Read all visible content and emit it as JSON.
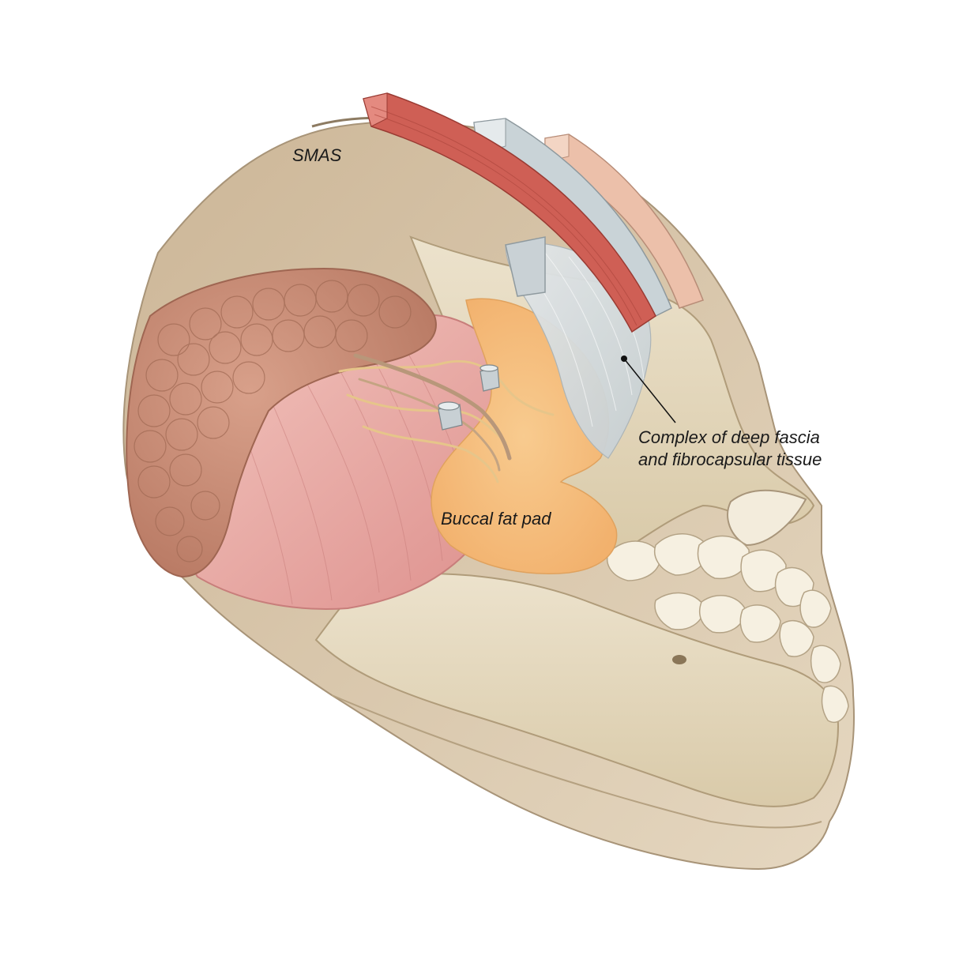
{
  "labels": {
    "smas": "SMAS",
    "complex_line1": "Complex of deep fascia",
    "complex_line2": "and fibrocapsular tissue",
    "buccal": "Buccal fat pad"
  },
  "colors": {
    "background": "#ffffff",
    "skin": "#d8c5ab",
    "bone": "#e7dcc4",
    "bone_shadow": "#cdbb9a",
    "parotid": "#c98c74",
    "masseter": "#e7aaa6",
    "fat": "#f6c486",
    "fascia": "#d7dde0",
    "smas_muscle": "#cf5f55",
    "smas_fascia": "#c9d3d7",
    "smas_skin": "#ecc0aa",
    "teeth": "#f5efe0",
    "nerve": "#e3c38a",
    "duct": "#b8977a"
  }
}
